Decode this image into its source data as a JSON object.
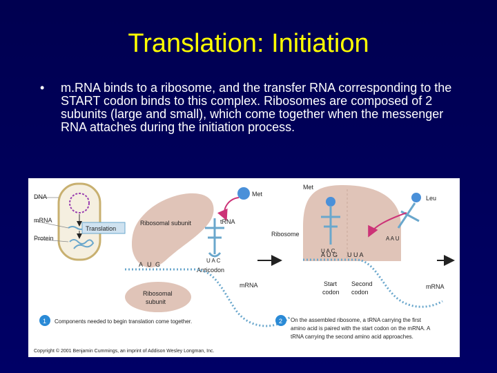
{
  "slide": {
    "title": "Translation:  Initiation",
    "bullet_symbol": "•",
    "bullet_text": "m.RNA binds to a ribosome, and the transfer RNA corresponding to the START codon binds to this complex.  Ribosomes are composed of 2 subunits (large and small), which come together when the messenger RNA attaches during the initiation process."
  },
  "figure": {
    "cell": {
      "dna": "DNA",
      "mrna": "mRNA",
      "protein": "Protein",
      "translation": "Translation"
    },
    "panel1": {
      "met": "Met",
      "trna": "tRNA",
      "ribosomal_subunit_large": "Ribosomal subunit",
      "ribosomal_subunit_small_line1": "Ribosomal",
      "ribosomal_subunit_small_line2": "subunit",
      "anticodon": "Anticodon",
      "codon_a": "A",
      "codon_u": "U",
      "codon_g": "G",
      "anticodon_letters": "U A C",
      "mrna": "mRNA",
      "step_number": "1",
      "caption": "Components needed to begin translation come together."
    },
    "panel2": {
      "met": "Met",
      "leu": "Leu",
      "ribosome": "Ribosome",
      "start_codon_line1": "Start",
      "start_codon_line2": "codon",
      "second_codon_line1": "Second",
      "second_codon_line2": "codon",
      "codon1": "A U G",
      "codon2": "U U A",
      "anticodon1": "U A C",
      "anticodon2": "A A U",
      "mrna": "mRNA",
      "step_number": "2",
      "caption_line1": "On the assembled ribosome, a tRNA carrying the first",
      "caption_line2": "amino acid is paired with the start codon on the mRNA. A",
      "caption_line3": "tRNA carrying the second amino acid approaches."
    },
    "copyright": "Copyright © 2001 Benjamin Cummings, an imprint of Addison Wesley Longman, Inc."
  },
  "colors": {
    "background": "#000066",
    "title": "#ffff00",
    "body_text": "#ffffff",
    "ribosome": "#e0c4b8",
    "trna": "#6aa7cc",
    "met_ball": "#4a90d9",
    "arrow_magenta": "#cc3377",
    "step_badge": "#2a8ad6"
  }
}
